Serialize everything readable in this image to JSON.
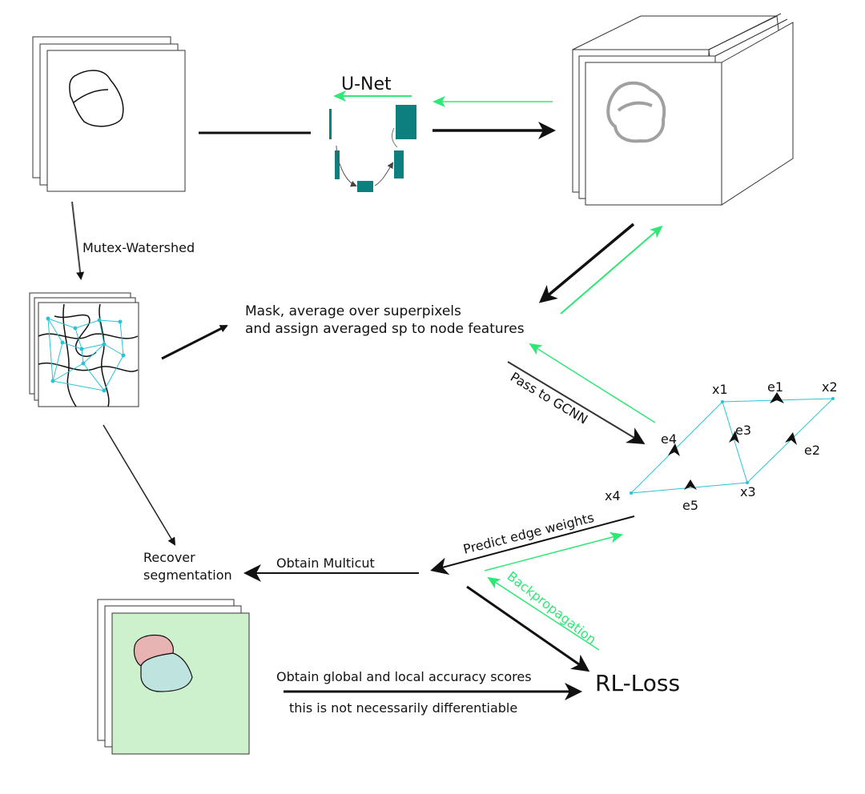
{
  "labels": {
    "unet": "U-Net",
    "mutex_watershed": "Mutex-Watershed",
    "mask_line1": "Mask, average over superpixels",
    "mask_line2": "and assign averaged sp to node features",
    "pass_to_gcnn": "Pass to GCNN",
    "predict_edge_weights": "Predict edge weights",
    "obtain_multicut": "Obtain Multicut",
    "recover_line1": "Recover",
    "recover_line2": "segmentation",
    "backpropagation": "Backpropagation",
    "accuracy_scores": "Obtain global and local accuracy scores",
    "not_differentiable": "this is not necessarily differentiable",
    "rl_loss": "RL-Loss"
  },
  "graph": {
    "nodes": [
      "x1",
      "x2",
      "x3",
      "x4"
    ],
    "edges": [
      "e1",
      "e2",
      "e3",
      "e4",
      "e5"
    ]
  },
  "colors": {
    "arrow_black": "#111111",
    "arrow_green": "#2ee875",
    "graph_cyan": "#29c4d4",
    "unet_teal": "#0e7f7f",
    "seg_background": "#cdf1cd",
    "seg_top": "#e8b3b3",
    "seg_bottom": "#bfe3df"
  }
}
